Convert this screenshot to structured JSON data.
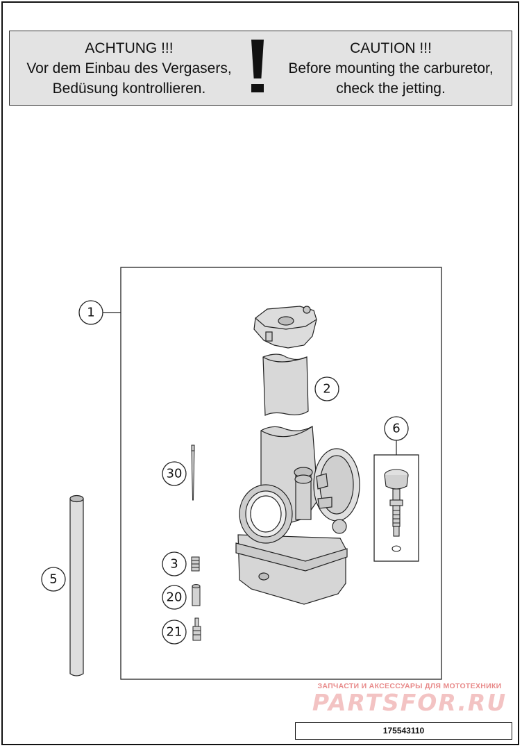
{
  "warning": {
    "german": [
      "ACHTUNG !!!",
      "Vor dem Einbau des Vergasers,",
      "Bedüsung kontrollieren."
    ],
    "english": [
      "CAUTION !!!",
      "Before mounting the carburetor,",
      "check the jetting."
    ]
  },
  "callouts": [
    "1",
    "2",
    "3",
    "5",
    "6",
    "20",
    "21",
    "30"
  ],
  "watermark": {
    "tagline": "ЗАПЧАСТИ И АКСЕССУАРЫ ДЛЯ МОТОТЕХНИКИ",
    "brand": "PARTSFOR.RU"
  },
  "doc_number": "175543110"
}
